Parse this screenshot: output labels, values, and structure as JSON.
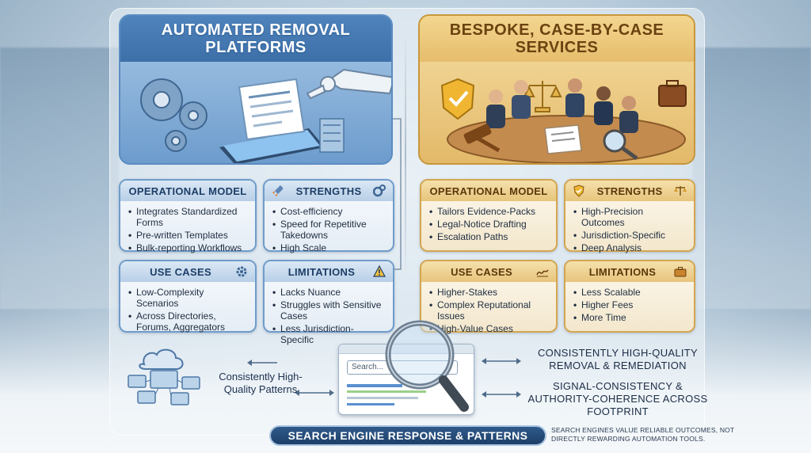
{
  "automated": {
    "title": "AUTOMATED REMOVAL PLATFORMS",
    "operational_model": {
      "heading": "OPERATIONAL MODEL",
      "items": [
        "Integrates Standardized Forms",
        "Pre-written Templates",
        "Bulk-reporting Workflows"
      ]
    },
    "strengths": {
      "heading": "STRENGTHS",
      "items": [
        "Cost-efficiency",
        "Speed for Repetitive Takedowns",
        "High Scale"
      ]
    },
    "use_cases": {
      "heading": "USE CASES",
      "items": [
        "Low-Complexity Scenarios",
        "Across Directories, Forums, Aggregators"
      ]
    },
    "limitations": {
      "heading": "LIMITATIONS",
      "items": [
        "Lacks Nuance",
        "Struggles with Sensitive Cases",
        "Less Jurisdiction-Specific"
      ]
    }
  },
  "bespoke": {
    "title": "BESPOKE, CASE-BY-CASE SERVICES",
    "operational_model": {
      "heading": "OPERATIONAL MODEL",
      "items": [
        "Tailors Evidence-Packs",
        "Legal-Notice Drafting",
        "Escalation Paths"
      ]
    },
    "strengths": {
      "heading": "STRENGTHS",
      "items": [
        "High-Precision Outcomes",
        "Jurisdiction-Specific",
        "Deep Analysis"
      ]
    },
    "use_cases": {
      "heading": "USE CASES",
      "items": [
        "Higher-Stakes",
        "Complex Reputational Issues",
        "High-Value Cases"
      ]
    },
    "limitations": {
      "heading": "LIMITATIONS",
      "items": [
        "Less Scalable",
        "Higher Fees",
        "More Time"
      ]
    }
  },
  "bottom": {
    "mid_text": "Consistently High-Quality Patterns",
    "search_placeholder": "Search...",
    "right_top": "CONSISTENTLY HIGH-QUALITY REMOVAL & REMEDIATION",
    "right_bottom": "SIGNAL-CONSISTENCY & AUTHORITY-COHERENCE ACROSS FOOTPRINT",
    "footer_title": "SEARCH ENGINE RESPONSE & PATTERNS",
    "footer_note": "SEARCH ENGINES VALUE RELIABLE OUTCOMES, NOT DIRECTLY REWARDING AUTOMATION TOOLS."
  },
  "colors": {
    "automated_accent": "#5a8cc2",
    "bespoke_accent": "#c7973c",
    "footer_bg": "#1d3f69"
  }
}
